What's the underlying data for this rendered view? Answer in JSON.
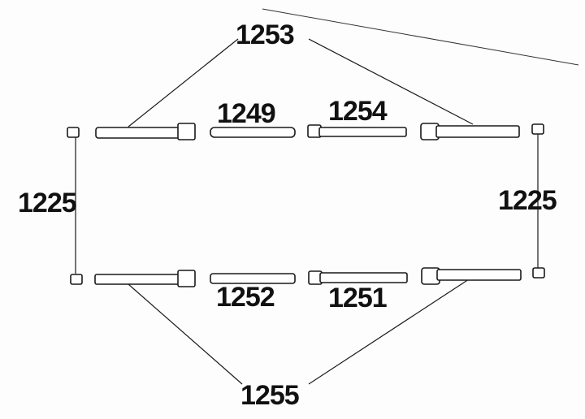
{
  "labels": {
    "top_center": "1253",
    "top_left_middle": "1249",
    "top_right_middle": "1254",
    "left": "1225",
    "right": "1225",
    "bottom_left_middle": "1252",
    "bottom_right_middle": "1251",
    "bottom_center": "1255"
  },
  "colors": {
    "ink": "#1a1a1a",
    "paper": "#fdfdfd"
  }
}
